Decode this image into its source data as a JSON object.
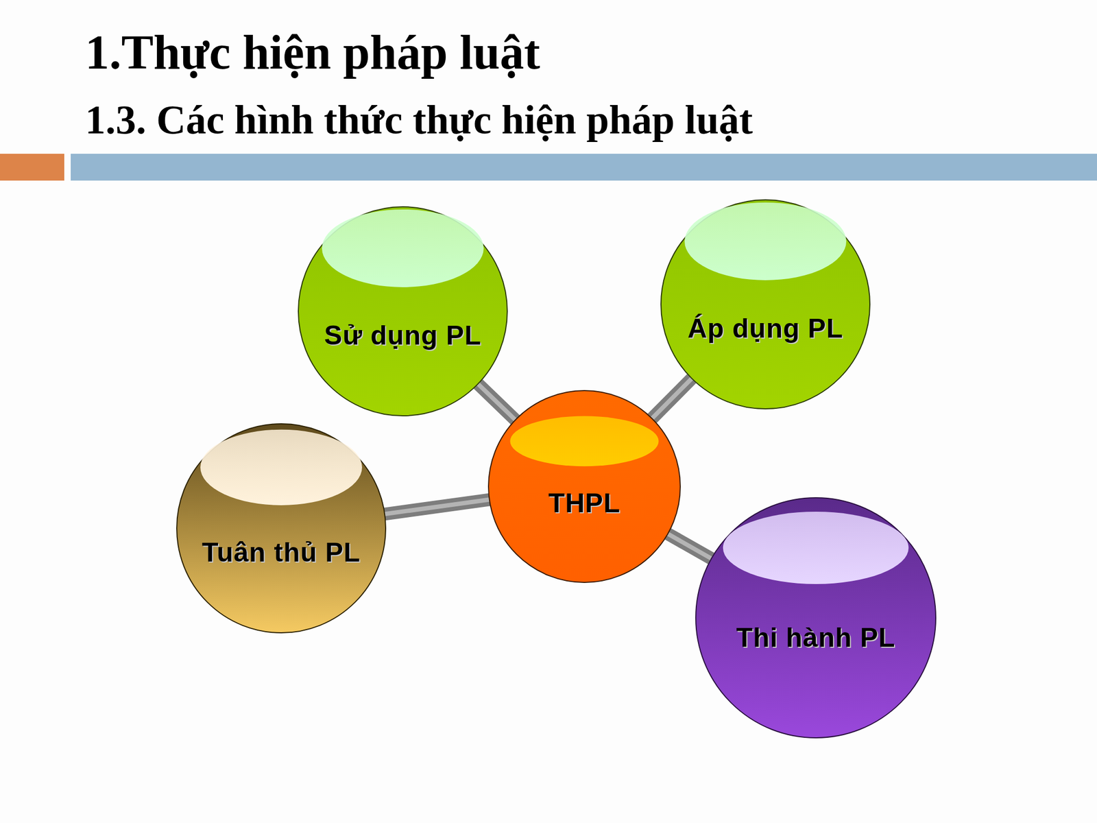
{
  "diagram": {
    "title": "1.Thực hiện pháp luật",
    "nodes": [
      {
        "text": [
          "Sử dụng PL"
        ]
      },
      {
        "text": [
          "Áp dụng PL"
        ]
      },
      {
        "text": [
          "Tuân thủ PL"
        ]
      },
      {
        "text": [
          "THPL"
        ]
      },
      {
        "text": [
          "Thi hành PL"
        ]
      }
    ],
    "edges": [
      {
        "from": 3,
        "to": 0,
        "arrow": "none"
      },
      {
        "from": 3,
        "to": 1,
        "arrow": "none"
      },
      {
        "from": 3,
        "to": 2,
        "arrow": "none"
      },
      {
        "from": 3,
        "to": 4,
        "arrow": "none"
      }
    ],
    "labels": [
      "1.3. Các hình thức thực hiện pháp luật"
    ]
  }
}
